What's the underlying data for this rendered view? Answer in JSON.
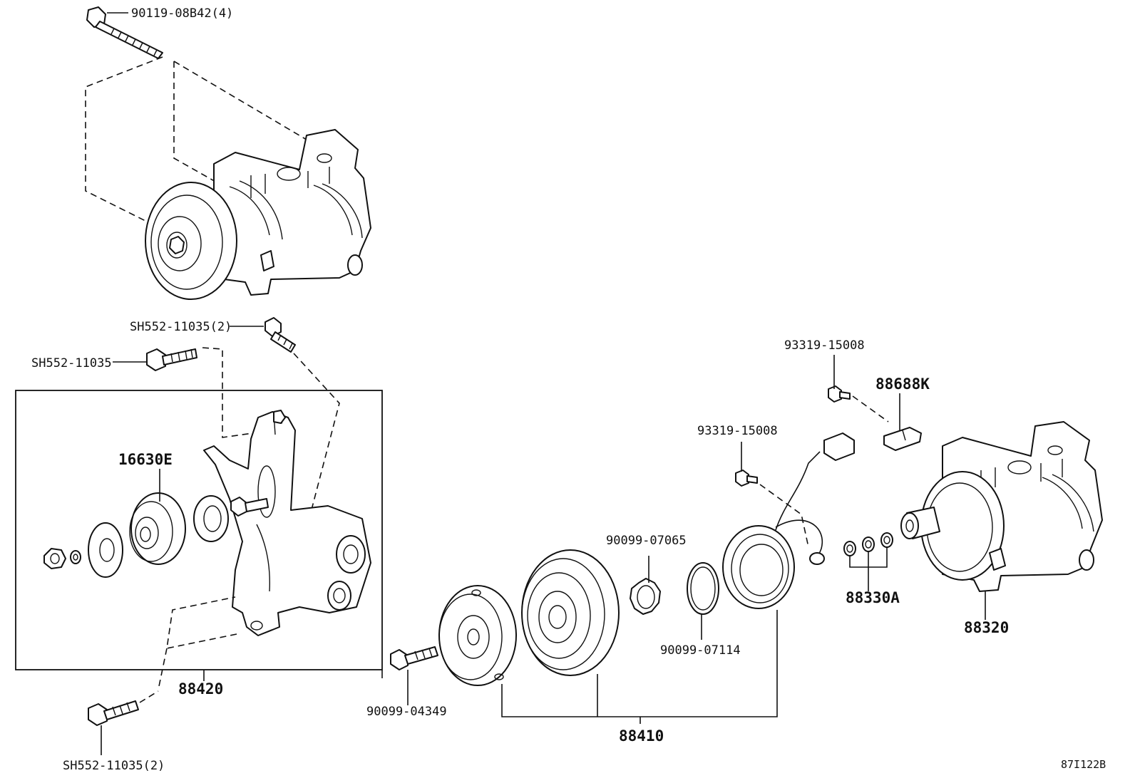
{
  "labels": {
    "bolt_top": "90119-08B42(4)",
    "bolt_sh2_upper": "SH552-11035(2)",
    "bolt_sh_single": "SH552-11035",
    "pulley_16630e": "16630E",
    "bracket_88420": "88420",
    "bolt_sh2_lower": "SH552-11035(2)",
    "bolt_90099_04349": "90099-04349",
    "clutch_88410": "88410",
    "snap_07065": "90099-07065",
    "snap_07114": "90099-07114",
    "screw_93319_a": "93319-15008",
    "screw_93319_b": "93319-15008",
    "clip_88688k": "88688K",
    "shims_88330a": "88330A",
    "compressor_88320": "88320",
    "diagram_code": "87I122B"
  },
  "colors": {
    "ink": "#111111",
    "background": "#ffffff"
  }
}
